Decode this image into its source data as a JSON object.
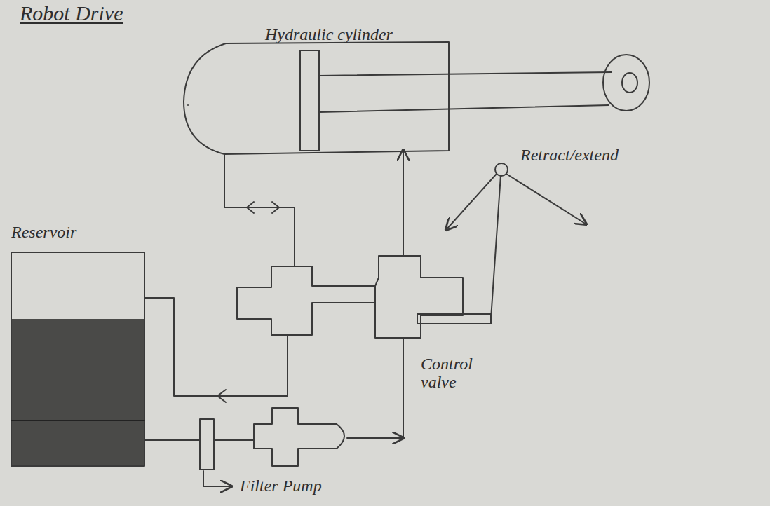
{
  "diagram": {
    "title": "Robot Drive",
    "labels": [
      "Hydraulic cylinder",
      "Retract/extend",
      "Reservoir",
      "Control valve",
      "Filter Pump"
    ]
  }
}
